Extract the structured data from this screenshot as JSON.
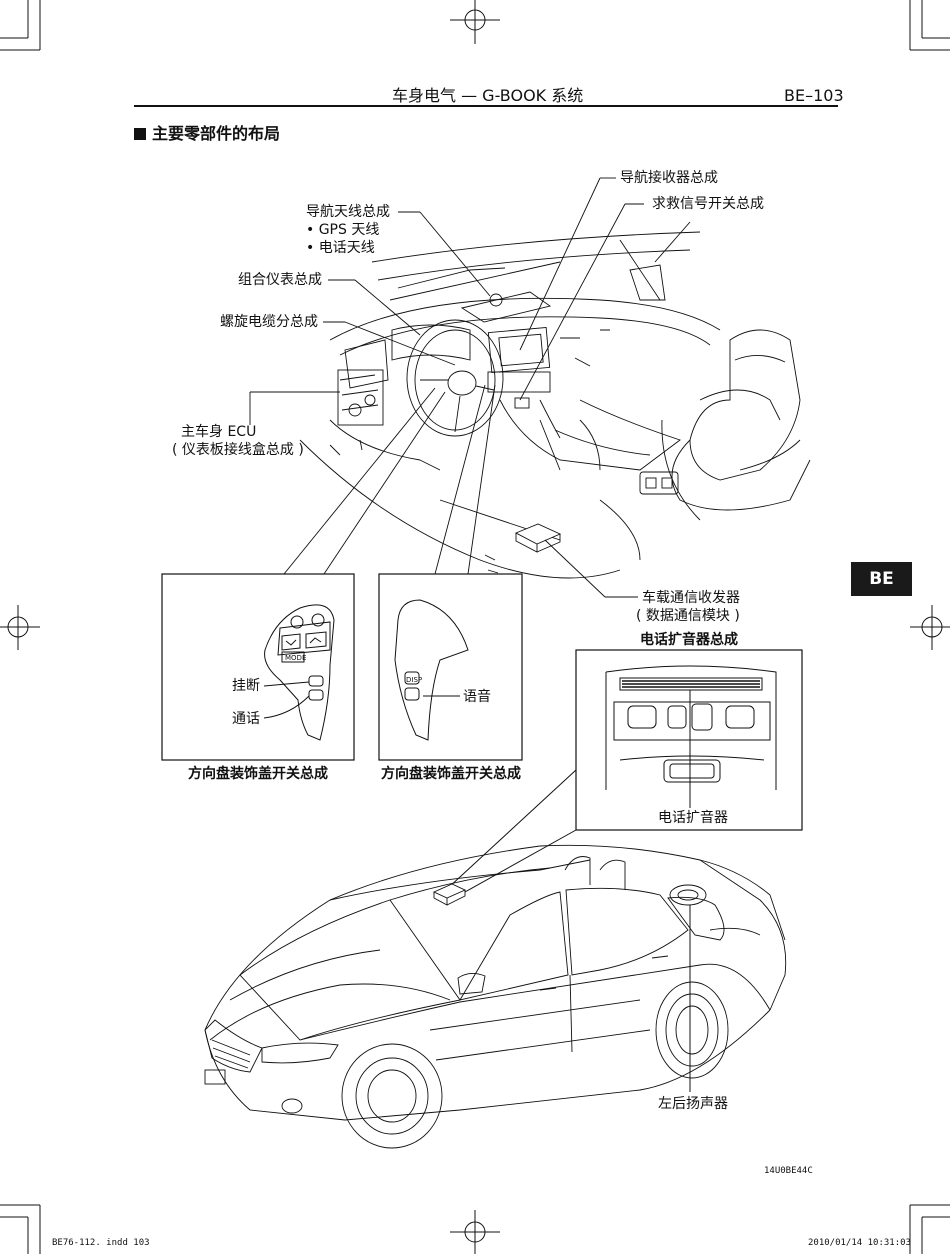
{
  "header": {
    "title": "车身电气 — G-BOOK 系统",
    "page": "BE–103"
  },
  "section": {
    "title": "主要零部件的布局"
  },
  "labels": {
    "nav_antenna": "导航天线总成",
    "gps_antenna": "• GPS 天线",
    "phone_antenna": "• 电话天线",
    "meter": "组合仪表总成",
    "spiral_cable": "螺旋电缆分总成",
    "main_body_ecu": "主车身 ECU",
    "main_body_ecu_sub": "( 仪表板接线盒总成 )",
    "nav_receiver": "导航接收器总成",
    "emergency_switch": "求救信号开关总成",
    "transceiver": "车载通信收发器",
    "transceiver_sub": "( 数据通信模块 )",
    "phone_amp_assy": "电话扩音器总成",
    "phone_amp": "电话扩音器",
    "hang_up": "挂断",
    "talk": "通话",
    "voice": "语音",
    "steering_switch_left": "方向盘装饰盖开关总成",
    "steering_switch_right": "方向盘装饰盖开关总成",
    "rear_speaker": "左后扬声器",
    "figure_code": "14U0BE44C"
  },
  "switch_text": {
    "mode": "MODE",
    "disp": "DISP"
  },
  "tab": {
    "label": "BE"
  },
  "footer": {
    "file": "BE76-112. indd   103",
    "timestamp": "2010/01/14   10:31:03"
  },
  "colors": {
    "ink": "#111111",
    "tab_bg": "#1a1a1a",
    "tab_text": "#ffffff"
  }
}
